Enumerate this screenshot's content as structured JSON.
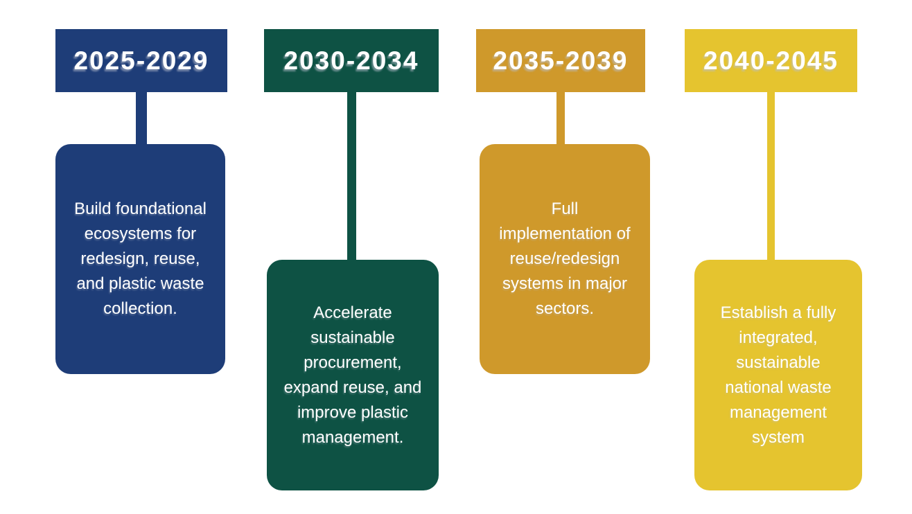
{
  "diagram": {
    "type": "timeline-roadmap",
    "background_color": "#ffffff",
    "text_color": "#ffffff",
    "columns": [
      {
        "period": "2025-2029",
        "description": "Build foundational\necosystems for\nredesign, reuse,\nand plastic waste\ncollection.",
        "color": "#1e3d78",
        "card_position": "high"
      },
      {
        "period": "2030-2034",
        "description": "Accelerate\nsustainable\nprocurement,\nexpand reuse, and\nimprove plastic\nmanagement.",
        "color": "#0e5244",
        "card_position": "low"
      },
      {
        "period": "2035-2039",
        "description": "Full\nimplementation of\nreuse/redesign\nsystems in major\nsectors.",
        "color": "#cf992b",
        "card_position": "high"
      },
      {
        "period": "2040-2045",
        "description": "Establish a fully\nintegrated,\nsustainable\nnational waste\nmanagement\nsystem",
        "color": "#e5c42f",
        "card_position": "low"
      }
    ]
  }
}
